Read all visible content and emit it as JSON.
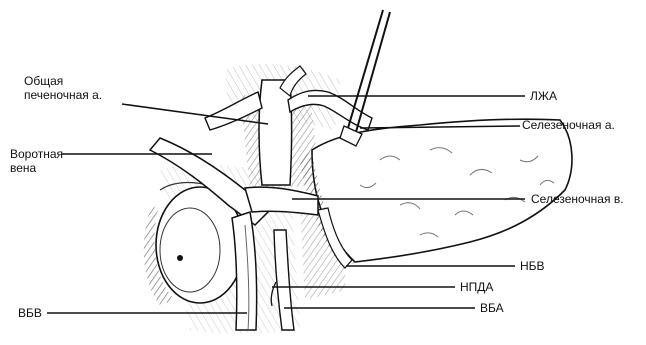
{
  "figure": {
    "labels": {
      "common_hepatic_artery": "Общая\nпеченочная а.",
      "portal_vein": "Воротная\nвена",
      "left_gastric_artery": "ЛЖА",
      "splenic_artery": "Селезеночная а.",
      "splenic_vein": "Селезеночная в.",
      "inferior_mesenteric_vein": "НБВ",
      "inferior_pancreaticoduodenal_artery": "НПДА",
      "superior_mesenteric_vein": "ВБВ",
      "superior_mesenteric_artery": "ВБА"
    },
    "colors": {
      "ink": "#111111",
      "shade": "#6b6b6b",
      "paper": "#ffffff"
    }
  }
}
